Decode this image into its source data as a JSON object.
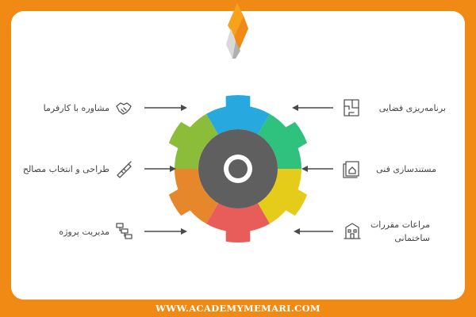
{
  "labels": {
    "space_planning": "برنامه‌ریزی فضایی",
    "technical_docs": "مستندسازی فنی",
    "building_regs_line1": "مراعات مقررات",
    "building_regs_line2": "ساختمانی",
    "client_consult": "مشاوره با کارفرما",
    "design_materials": "طراحی و انتخاب مصالح",
    "project_management": "مدیریت پروژه"
  },
  "icons": {
    "space_planning": "floorplan-icon",
    "technical_docs": "blueprint-house-icon",
    "building_regs": "building-icon",
    "client_consult": "handshake-icon",
    "design_materials": "trowel-icon",
    "project_management": "gantt-icon"
  },
  "footer": "WWW.ACADEMYMEMARI.COM",
  "colors": {
    "frame": "#f08a14",
    "segments": [
      "#27a9e0",
      "#2ec27e",
      "#e6cc1a",
      "#e85d5a",
      "#e6872c",
      "#8bbd3a"
    ],
    "ring": "#5f5f5f"
  }
}
